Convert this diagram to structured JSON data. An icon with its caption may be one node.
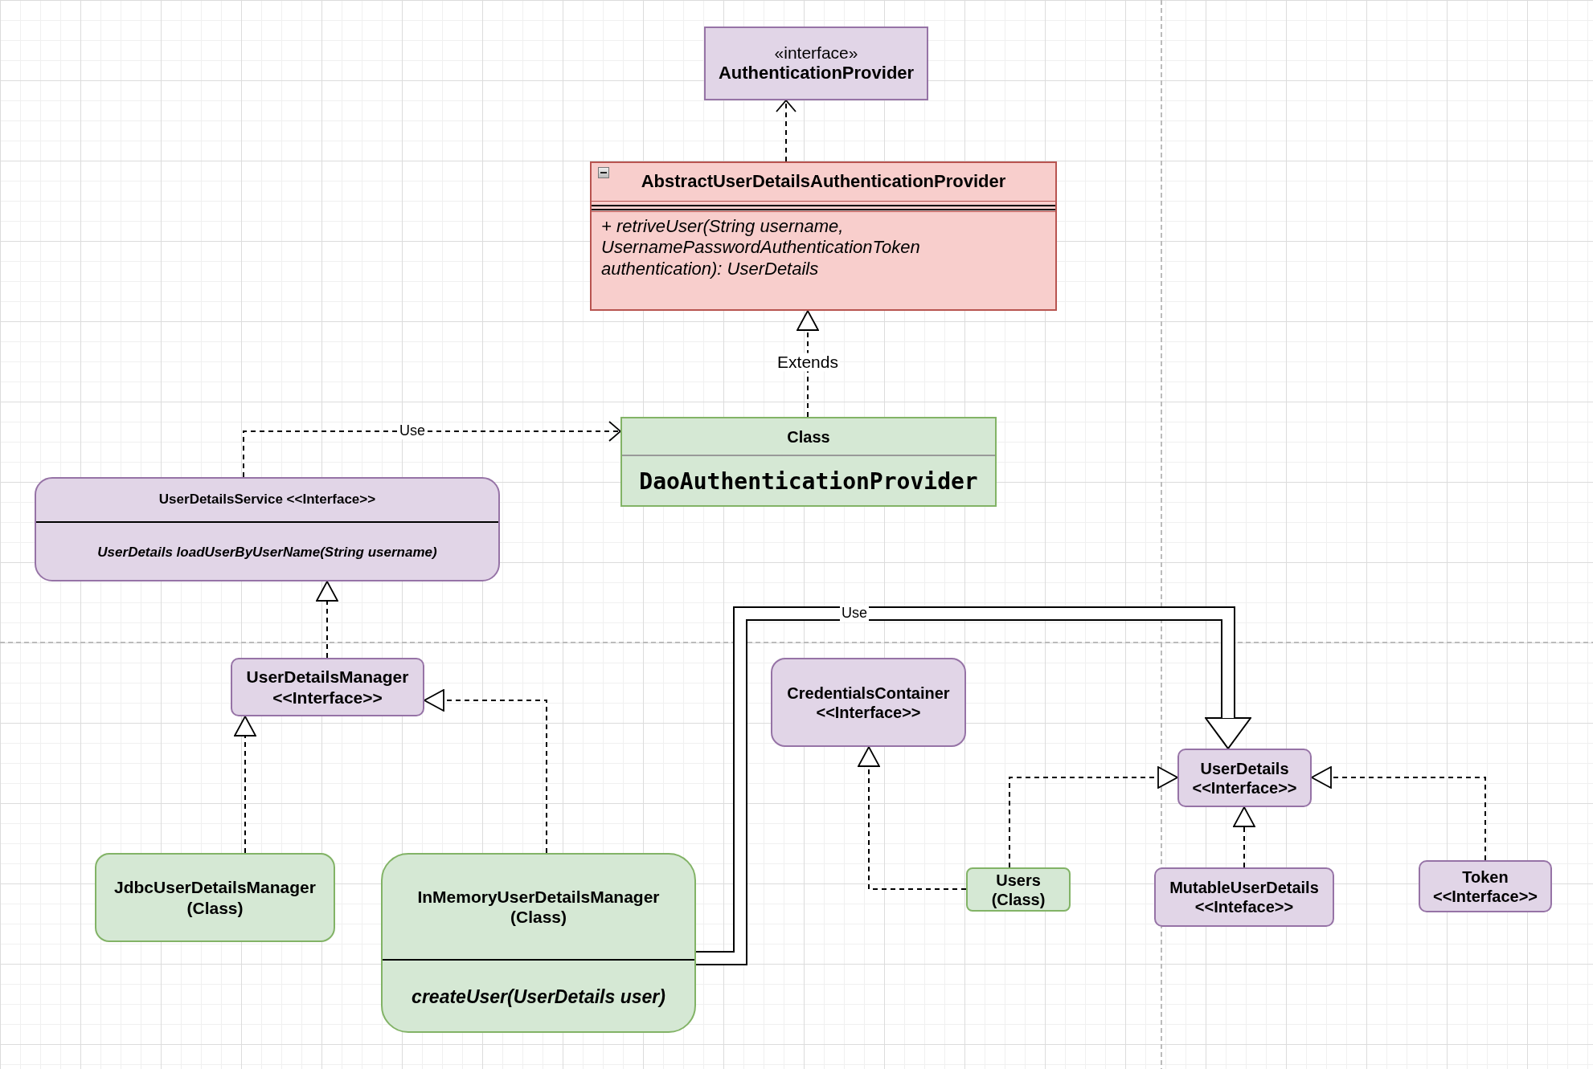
{
  "diagram": {
    "nodes": [
      {
        "text": [
          "«interface»",
          "AuthenticationProvider"
        ]
      },
      {
        "text": [
          "AbstractUserDetailsAuthenticationProvider",
          "+ retriveUser(String username, UsernamePasswordAuthenticationToken authentication): UserDetails"
        ]
      },
      {
        "text": [
          "Class",
          "DaoAuthenticationProvider"
        ]
      },
      {
        "text": [
          "UserDetailsService <<Interface>>",
          "UserDetails loadUserByUserName(String username)"
        ]
      },
      {
        "text": [
          "UserDetailsManager <<Interface>>"
        ]
      },
      {
        "text": [
          "CredentialsContainer <<Interface>>"
        ]
      },
      {
        "text": [
          "UserDetails <<Interface>>"
        ]
      },
      {
        "text": [
          "JdbcUserDetailsManager (Class)"
        ]
      },
      {
        "text": [
          "InMemoryUserDetailsManager (Class)",
          "createUser(UserDetails user)"
        ]
      },
      {
        "text": [
          "Users (Class)"
        ]
      },
      {
        "text": [
          "MutableUserDetails <<Inteface>>"
        ]
      },
      {
        "text": [
          "Token <<Interface>>"
        ]
      }
    ],
    "edges": [
      {
        "from": 1,
        "to": 0,
        "arrow": "to",
        "style": "dashed"
      },
      {
        "from": 2,
        "to": 1,
        "arrow": "to",
        "style": "dashed",
        "label": "Extends"
      },
      {
        "from": 3,
        "to": 2,
        "arrow": "to",
        "style": "dashed",
        "label": "Use"
      },
      {
        "from": 4,
        "to": 3,
        "arrow": "to",
        "style": "dashed"
      },
      {
        "from": 7,
        "to": 4,
        "arrow": "to",
        "style": "dashed"
      },
      {
        "from": 8,
        "to": 4,
        "arrow": "to",
        "style": "dashed"
      },
      {
        "from": 8,
        "to": 6,
        "arrow": "to",
        "style": "thick",
        "label": "Use"
      },
      {
        "from": 9,
        "to": 5,
        "arrow": "to",
        "style": "dashed"
      },
      {
        "from": 9,
        "to": 6,
        "arrow": "to",
        "style": "dashed"
      },
      {
        "from": 10,
        "to": 6,
        "arrow": "to",
        "style": "dashed"
      },
      {
        "from": 11,
        "to": 6,
        "arrow": "to",
        "style": "dashed"
      }
    ]
  }
}
